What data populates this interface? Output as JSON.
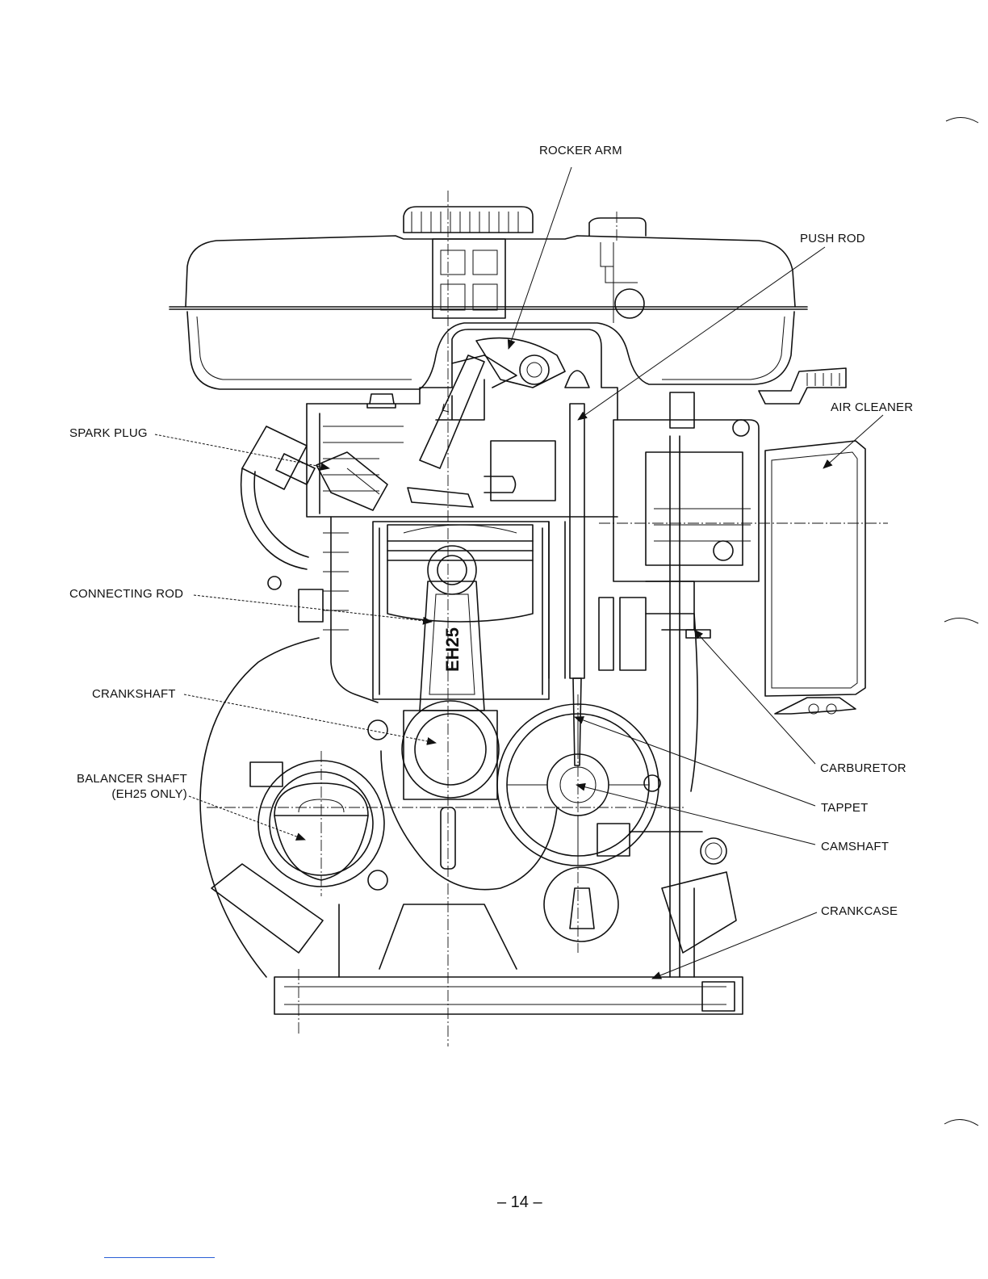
{
  "labels": {
    "rocker_arm": "ROCKER ARM",
    "push_rod": "PUSH ROD",
    "air_cleaner": "AIR CLEANER",
    "spark_plug": "SPARK PLUG",
    "connecting_rod": "CONNECTING ROD",
    "crankshaft": "CRANKSHAFT",
    "balancer_shaft_line1": "BALANCER SHAFT",
    "balancer_shaft_line2": "(EH25 ONLY)",
    "carburetor": "CARBURETOR",
    "tappet": "TAPPET",
    "camshaft": "CAMSHAFT",
    "crankcase": "CRANKCASE"
  },
  "rod_marking": "EH25",
  "page_number": "– 14 –"
}
